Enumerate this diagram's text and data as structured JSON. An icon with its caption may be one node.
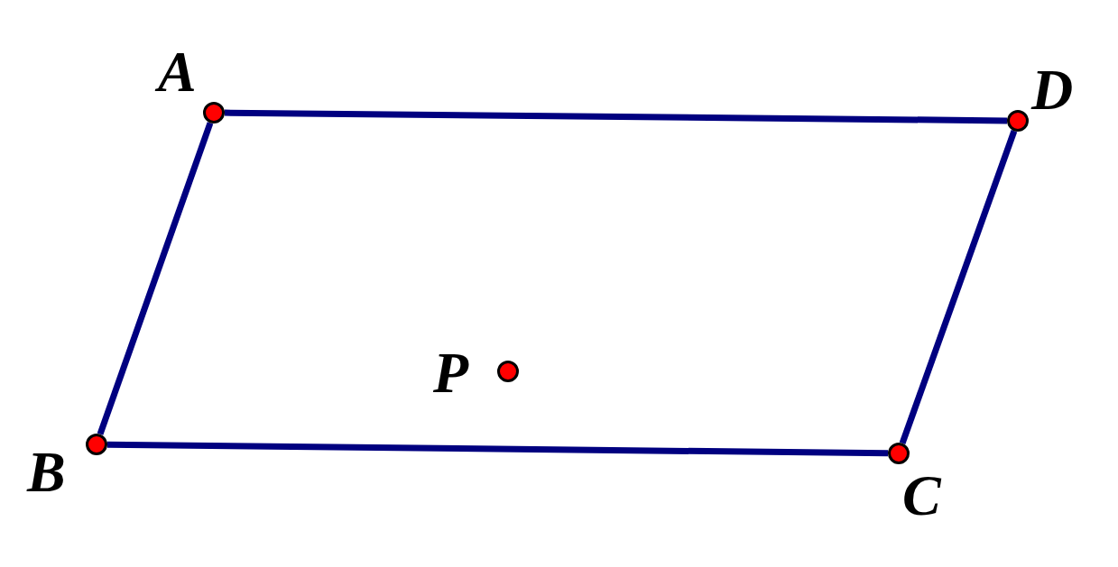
{
  "diagram": {
    "nodes": [
      {
        "text": [],
        "shape": "circle",
        "beside": [
          "A"
        ]
      },
      {
        "text": [],
        "shape": "circle",
        "beside": [
          "D"
        ]
      },
      {
        "text": [],
        "shape": "circle",
        "beside": [
          "C"
        ]
      },
      {
        "text": [],
        "shape": "circle",
        "beside": [
          "B"
        ]
      },
      {
        "text": [],
        "shape": "circle",
        "beside": [
          "P"
        ]
      }
    ],
    "edges": [
      {
        "from": 0,
        "to": 1,
        "arrow": "none"
      },
      {
        "from": 1,
        "to": 2,
        "arrow": "none"
      },
      {
        "from": 2,
        "to": 3,
        "arrow": "none"
      },
      {
        "from": 3,
        "to": 0,
        "arrow": "none"
      }
    ]
  }
}
